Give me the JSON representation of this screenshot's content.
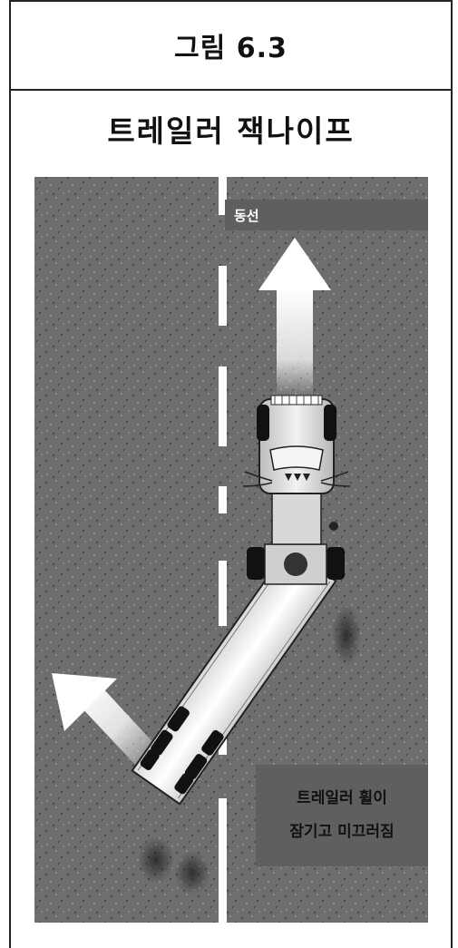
{
  "figure_number": "그림 6.3",
  "title": "트레일러 잭나이프",
  "labels": {
    "direction": "동선",
    "caption_line1": "트레일러 휠이",
    "caption_line2": "잠기고 미끄러짐"
  },
  "colors": {
    "road": "#6e6e6e",
    "lane_marking": "#ffffff",
    "label_box": "#5f5f5f",
    "text": "#111111"
  },
  "icons": [
    "tractor-cab-icon",
    "trailer-icon",
    "forward-arrow-icon",
    "skid-arrow-icon"
  ]
}
